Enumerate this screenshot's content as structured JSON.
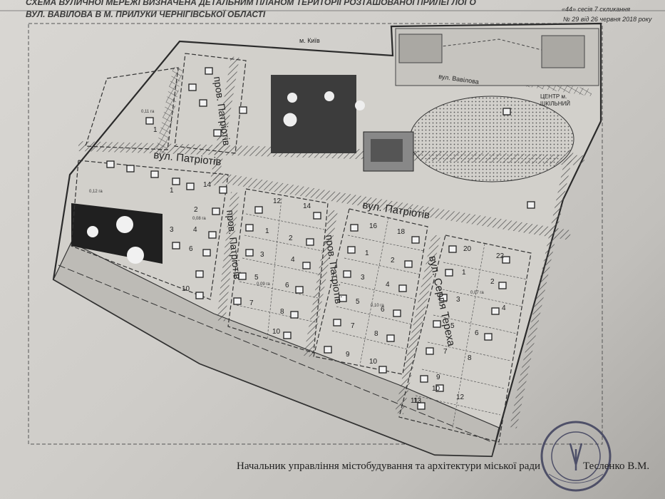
{
  "header": {
    "title_line1": "СХЕМА ВУЛИЧНОЇ МЕРЕЖІ ВИЗНАЧЕНА ДЕТАЛЬНИМ ПЛАНОМ ТЕРИТОРІЇ РОЗТАШОВАНОЇ ПРИЛЕГЛОГО",
    "title_line2": "ВУЛ. ВАВІЛОВА В М. ПРИЛУКИ ЧЕРНІГІВСЬКОЇ ОБЛАСТІ",
    "annex_text": "«44» сесія 7 скликання",
    "decree_text": "№ 29  від 26 червня 2018 року"
  },
  "map": {
    "street_labels": {
      "kyiv": "м. Київ",
      "vavilova": "вул. Вавілова",
      "center": "ЦЕНТР м.",
      "center2": "ШКІЛЬНИЙ",
      "patriotiv_west": "вул. Патріотів",
      "patriotiv_east": "вул. Патріотів",
      "prov_patriotiv_north": "пров. Патріотів",
      "prov_patriotiv_mid": "пров. Патріотів",
      "prov_patriotiv_center": "пров. Патріотів",
      "serhiya_hereha": "вул. Сергія Тереха"
    },
    "lot_numbers": {
      "nw": [
        "1"
      ],
      "west": [
        "1",
        "2",
        "3",
        "4",
        "6",
        "10",
        "14"
      ],
      "block_a": [
        "12",
        "14",
        "1",
        "2",
        "3",
        "4",
        "5",
        "6",
        "7",
        "8",
        "10"
      ],
      "block_b": [
        "16",
        "18",
        "1",
        "2",
        "3",
        "4",
        "5",
        "6",
        "7",
        "8",
        "9",
        "10"
      ],
      "block_c": [
        "20",
        "22",
        "1",
        "2",
        "3",
        "4",
        "5",
        "6",
        "7",
        "8",
        "9",
        "10",
        "11",
        "12",
        "13"
      ]
    },
    "area_labels": {
      "a1": "0,11 га",
      "a2": "0,12 га",
      "a3": "0,08 га",
      "a4": "0,09 га",
      "a5": "0,10 га",
      "a6": "0,07 га"
    }
  },
  "footer": {
    "position": "Начальник управління містобудування та архітектури міської ради",
    "signer": "Тесленко В.М."
  },
  "colors": {
    "paper": "#cfcdc9",
    "ink": "#2a2a2a",
    "hatch": "#555555",
    "stamp": "#3d3f5c"
  }
}
